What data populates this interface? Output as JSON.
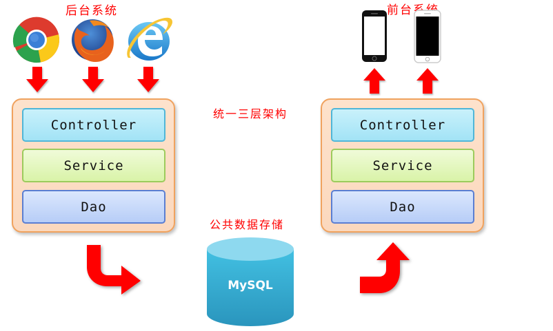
{
  "backend": {
    "title": "后台系统",
    "clients": [
      {
        "name": "Chrome",
        "icon": "chrome-icon"
      },
      {
        "name": "Firefox",
        "icon": "firefox-icon"
      },
      {
        "name": "Internet Explorer",
        "icon": "ie-icon"
      }
    ],
    "layers": [
      "Controller",
      "Service",
      "Dao"
    ]
  },
  "frontend": {
    "title": "前台系统",
    "clients": [
      {
        "name": "Black phone",
        "icon": "phone-black-icon"
      },
      {
        "name": "White phone",
        "icon": "phone-white-icon"
      }
    ],
    "layers": [
      "Controller",
      "Service",
      "Dao"
    ]
  },
  "center": {
    "architecture_label": "统一三层架构",
    "storage_label": "公共数据存储",
    "database_label": "MySQL"
  },
  "colors": {
    "arrow": "#ff0000",
    "title_text": "#ff0000",
    "outer_box_border": "#f0a25e",
    "controller_fill": "#a2e3f6",
    "service_fill": "#d9f3a8",
    "dao_fill": "#b7cdf7",
    "database_fill": "#38b3d6"
  }
}
